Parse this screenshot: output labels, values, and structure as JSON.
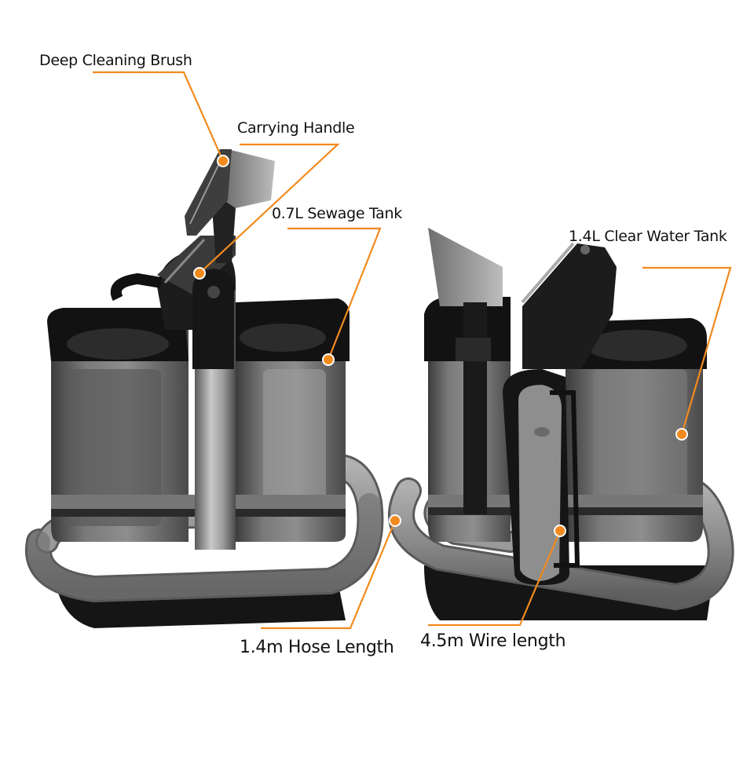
{
  "callouts": {
    "brush": "Deep Cleaning Brush",
    "handle": "Carrying Handle",
    "sewage": "0.7L Sewage Tank",
    "clear_water": "1.4L Clear Water Tank",
    "hose": "1.4m Hose Length",
    "wire": "4.5m Wire length"
  },
  "colors": {
    "accent": "#F28A1E",
    "body_black": "#1a1a1a",
    "tank_grey": "#6a6a6a",
    "hose_grey": "#8a8a8a"
  }
}
